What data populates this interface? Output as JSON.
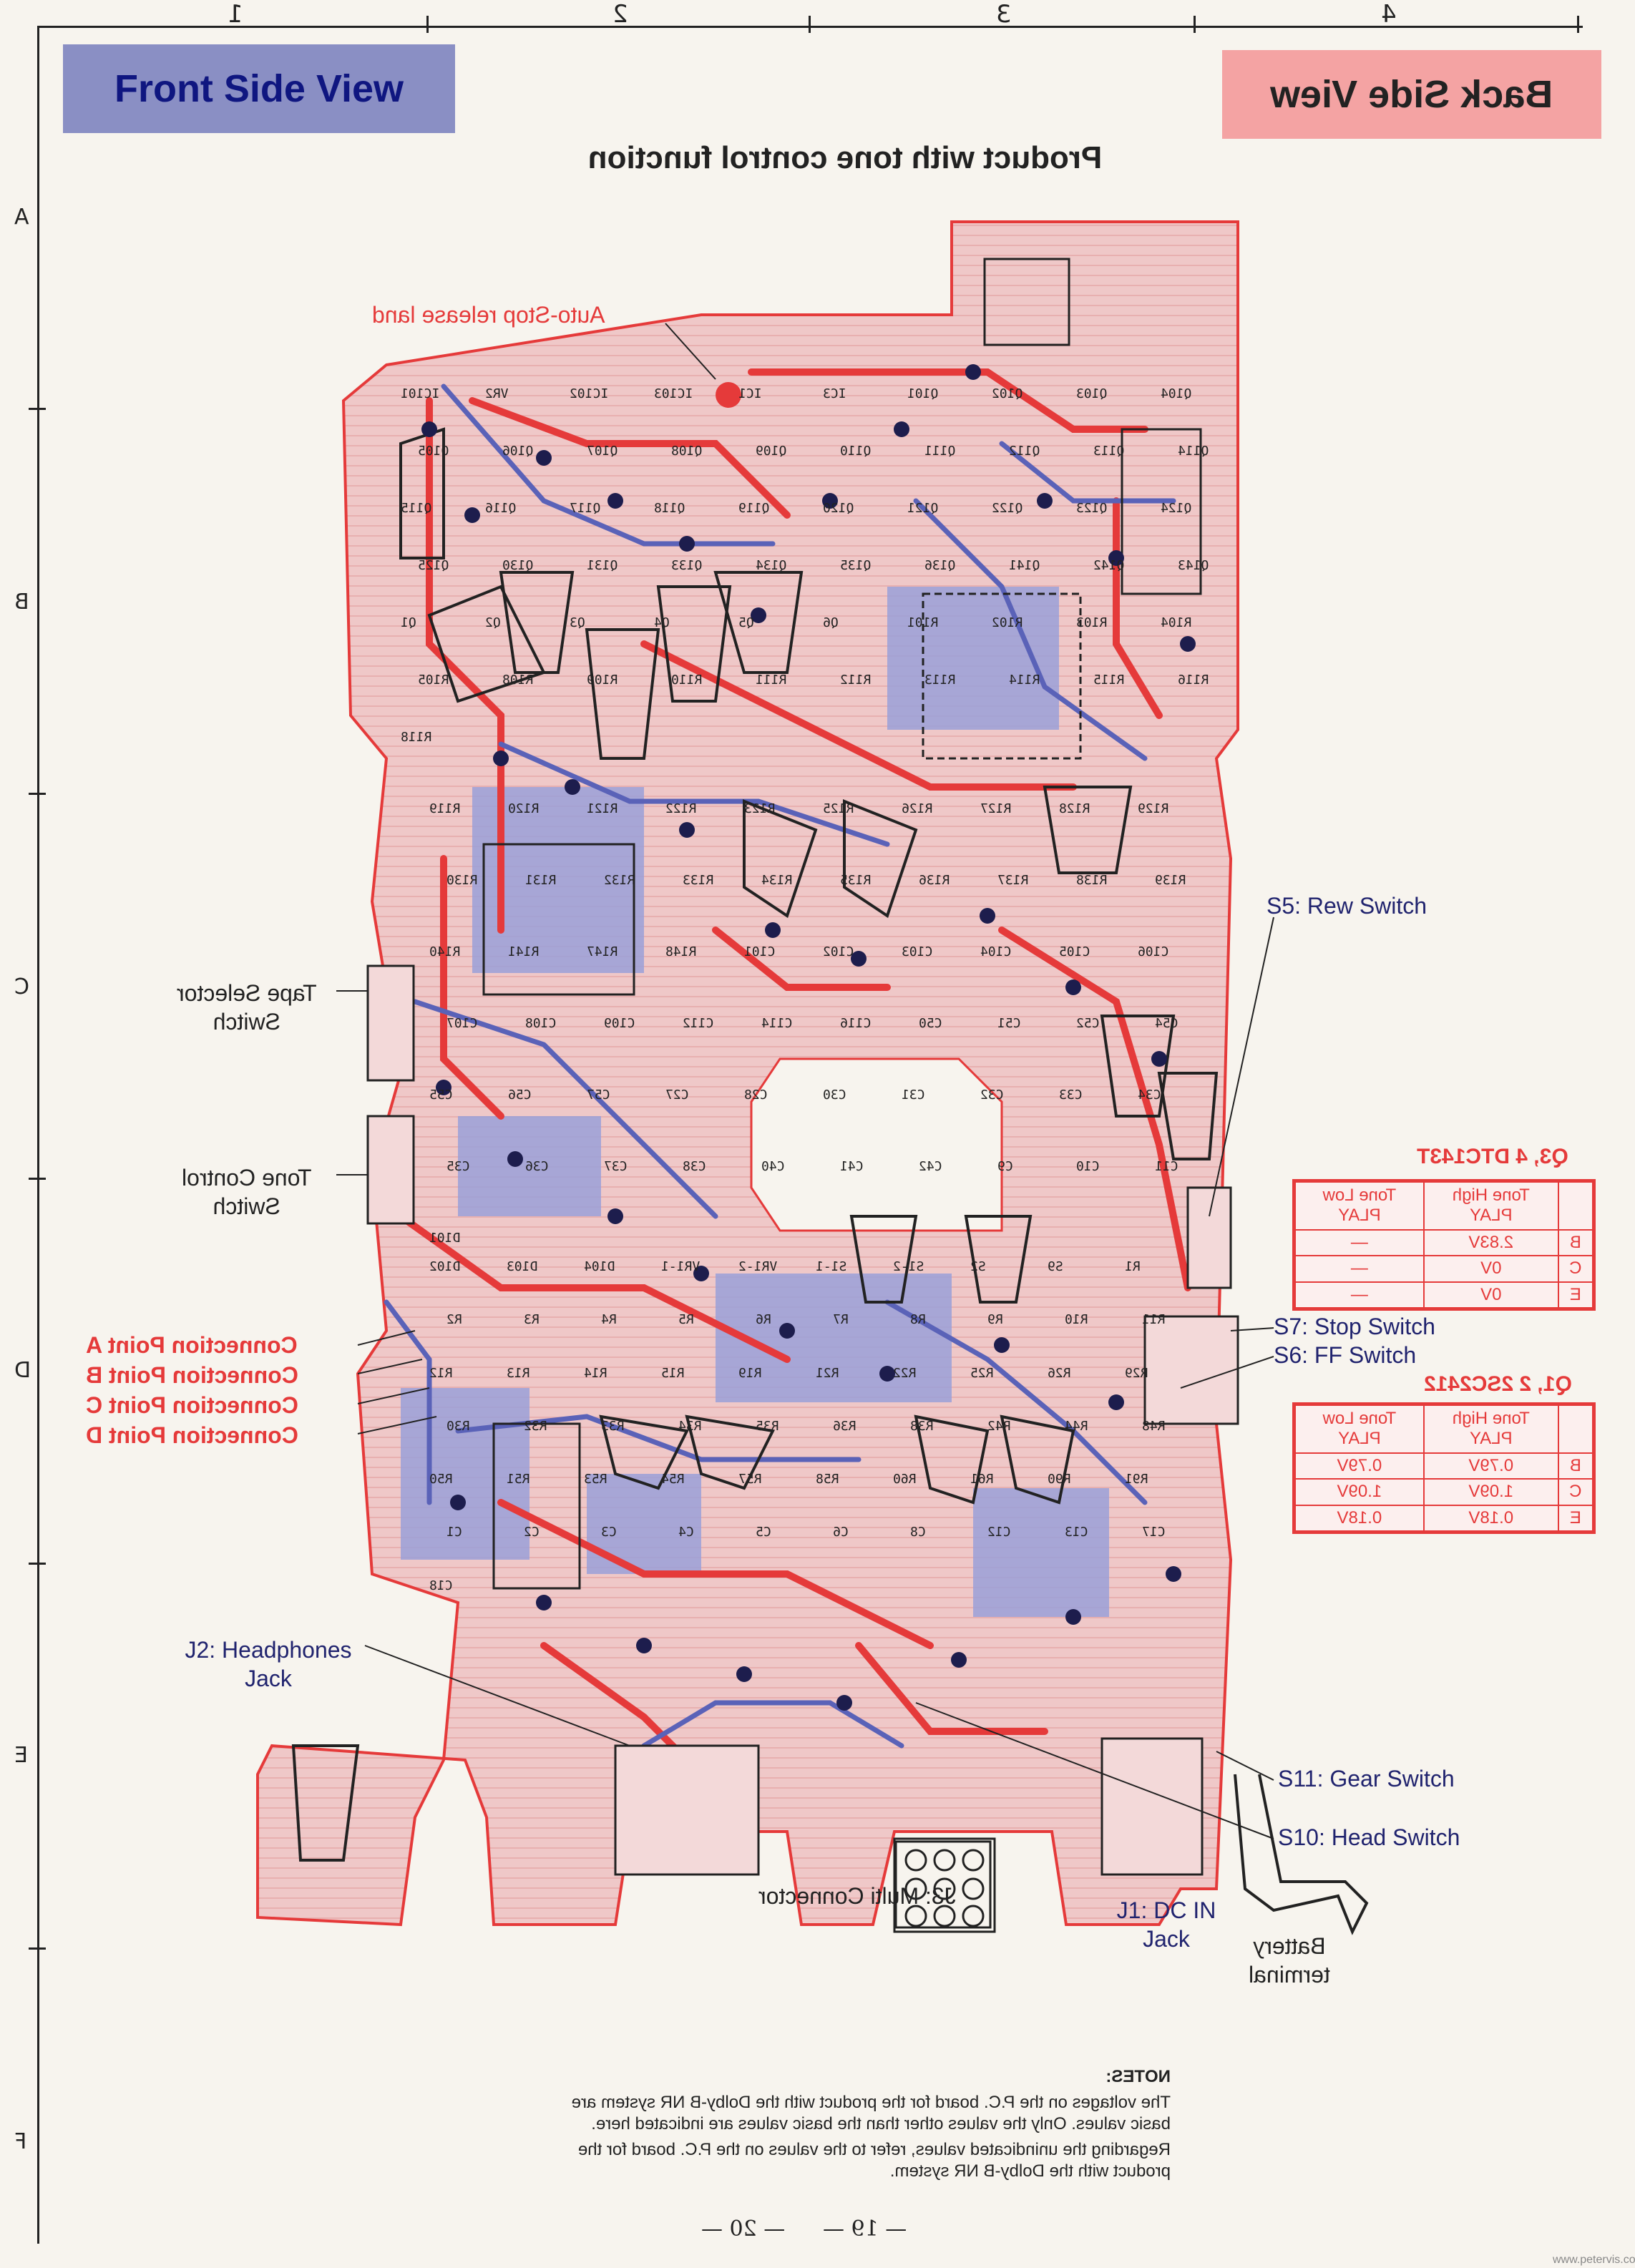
{
  "grid": {
    "columns": [
      "1",
      "2",
      "3",
      "4"
    ],
    "rows": [
      "A",
      "B",
      "C",
      "D",
      "E",
      "F"
    ]
  },
  "header": {
    "front_label": "Front Side View",
    "back_label": "Back Side View",
    "product_title": "Product with tone control function"
  },
  "annotations": {
    "auto_stop": "Auto-Stop release land",
    "tape_selector": "Tape Selector\nSwitch",
    "tone_control": "Tone Control\nSwitch",
    "connection_points": [
      "Connection Point A",
      "Connection Point B",
      "Connection Point C",
      "Connection Point D"
    ],
    "s5": "S5: Rew Switch",
    "s7": "S7: Stop Switch",
    "s6": "S6: FF Switch",
    "s11": "S11: Gear Switch",
    "s10": "S10: Head Switch",
    "j2": "J2: Headphones\nJack",
    "j1": "J1: DC IN\nJack",
    "j3": "J3: Multi Connector",
    "battery": "Battery\nterminal"
  },
  "components": [
    "IC101",
    "VR2",
    "IC102",
    "IC103",
    "IC1",
    "IC3",
    "Q101",
    "Q102",
    "Q103",
    "Q104",
    "Q105",
    "Q106",
    "Q107",
    "Q108",
    "Q109",
    "Q110",
    "Q111",
    "Q112",
    "Q113",
    "Q114",
    "Q115",
    "Q116",
    "Q117",
    "Q118",
    "Q119",
    "Q120",
    "Q121",
    "Q122",
    "Q123",
    "Q124",
    "Q125",
    "Q130",
    "Q131",
    "Q133",
    "Q134",
    "Q135",
    "Q136",
    "Q141",
    "Q142",
    "Q143",
    "Q1",
    "Q2",
    "Q3",
    "Q4",
    "Q5",
    "Q6",
    "R101",
    "R102",
    "R103",
    "R104",
    "R105",
    "R108",
    "R109",
    "R110",
    "R111",
    "R112",
    "R113",
    "R114",
    "R115",
    "R116",
    "R118",
    "R119",
    "R120",
    "R121",
    "R122",
    "R123",
    "R125",
    "R126",
    "R127",
    "R128",
    "R129",
    "R130",
    "R131",
    "R132",
    "R133",
    "R134",
    "R135",
    "R136",
    "R137",
    "R138",
    "R139",
    "R140",
    "R141",
    "R147",
    "R148",
    "C101",
    "C102",
    "C103",
    "C104",
    "C105",
    "C106",
    "C107",
    "C108",
    "C109",
    "C112",
    "C114",
    "C116",
    "C50",
    "C51",
    "C52",
    "C54",
    "C55",
    "C56",
    "C57",
    "C27",
    "C28",
    "C30",
    "C31",
    "C32",
    "C33",
    "C34",
    "C35",
    "C36",
    "C37",
    "C38",
    "C40",
    "C41",
    "C42",
    "C9",
    "C10",
    "C11",
    "D101",
    "D102",
    "D103",
    "D104",
    "VR1-1",
    "VR1-2",
    "S1-1",
    "S1-2",
    "S2",
    "S9",
    "R1",
    "R2",
    "R3",
    "R4",
    "R5",
    "R6",
    "R7",
    "R8",
    "R9",
    "R10",
    "R11",
    "R12",
    "R13",
    "R14",
    "R15",
    "R19",
    "R21",
    "R22",
    "R25",
    "R26",
    "R29",
    "R30",
    "R32",
    "R33",
    "R34",
    "R35",
    "R36",
    "R38",
    "R42",
    "R44",
    "R48",
    "R50",
    "R51",
    "R53",
    "R54",
    "R57",
    "R58",
    "R60",
    "R61",
    "R90",
    "R91",
    "C1",
    "C2",
    "C3",
    "C4",
    "C5",
    "C6",
    "C8",
    "C12",
    "C13",
    "C17",
    "C18"
  ],
  "tables": [
    {
      "title": "Q3, 4 DTC143T",
      "headers": [
        "",
        "Tone High\nPLAY",
        "Tone Low\nPLAY"
      ],
      "rows": [
        [
          "B",
          "2.83V",
          "—"
        ],
        [
          "C",
          "0V",
          "—"
        ],
        [
          "E",
          "0V",
          "—"
        ]
      ]
    },
    {
      "title": "Q1, 2 2SC2412",
      "headers": [
        "",
        "Tone High\nPLAY",
        "Tone Low\nPLAY"
      ],
      "rows": [
        [
          "B",
          "0.79V",
          "0.79V"
        ],
        [
          "C",
          "1.09V",
          "1.09V"
        ],
        [
          "E",
          "0.18V",
          "0.18V"
        ]
      ]
    }
  ],
  "notes": {
    "heading": "NOTES:",
    "line1": "The voltages on the P.C. board for the product with the Dolby-B NR system are basic values. Only the values other than the basic values are indicated here.",
    "line2": "Regarding the unindicated values, refer to the values on the P.C. board for the product with the Dolby-B NR system."
  },
  "page_numbers": {
    "left": "— 20 —",
    "right": "— 19 —"
  },
  "watermark": "www.petervis.com",
  "colors": {
    "front_bg": "#8a8fc4",
    "front_text": "#0f1680",
    "back_bg": "#f4a3a3",
    "trace_red": "#e53a3a",
    "trace_blue": "#5a62b8",
    "pad": "#1d1d4d"
  }
}
